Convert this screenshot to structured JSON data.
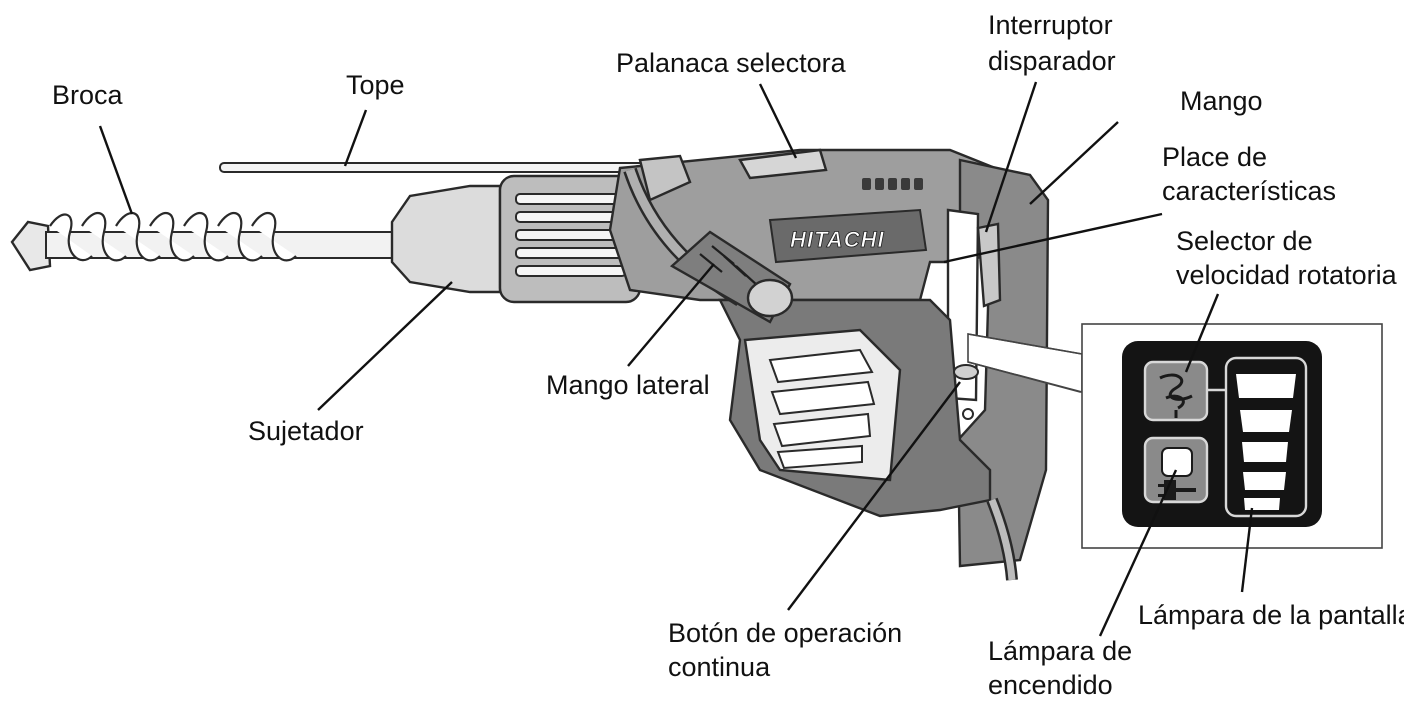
{
  "brand_logo": "HITACHI",
  "labels": {
    "broca": "Broca",
    "tope": "Tope",
    "palanca_selectora": "Palanaca selectora",
    "interruptor_line1": "Interruptor",
    "interruptor_line2": "disparador",
    "mango": "Mango",
    "placa_line1": "Place de",
    "placa_line2": "características",
    "selector_line1": "Selector de",
    "selector_line2": "velocidad rotatoria",
    "mango_lateral": "Mango lateral",
    "sujetador": "Sujetador",
    "boton_line1": "Botón de operación",
    "boton_line2": "continua",
    "lampara_encendido_line1": "Lámpara de",
    "lampara_encendido_line2": "encendido",
    "lampara_pantalla": "Lámpara de la pantalla"
  },
  "display_panel": {
    "speed_levels": 5,
    "icons": [
      "rotation-speed-icon",
      "power-plug-icon"
    ]
  }
}
